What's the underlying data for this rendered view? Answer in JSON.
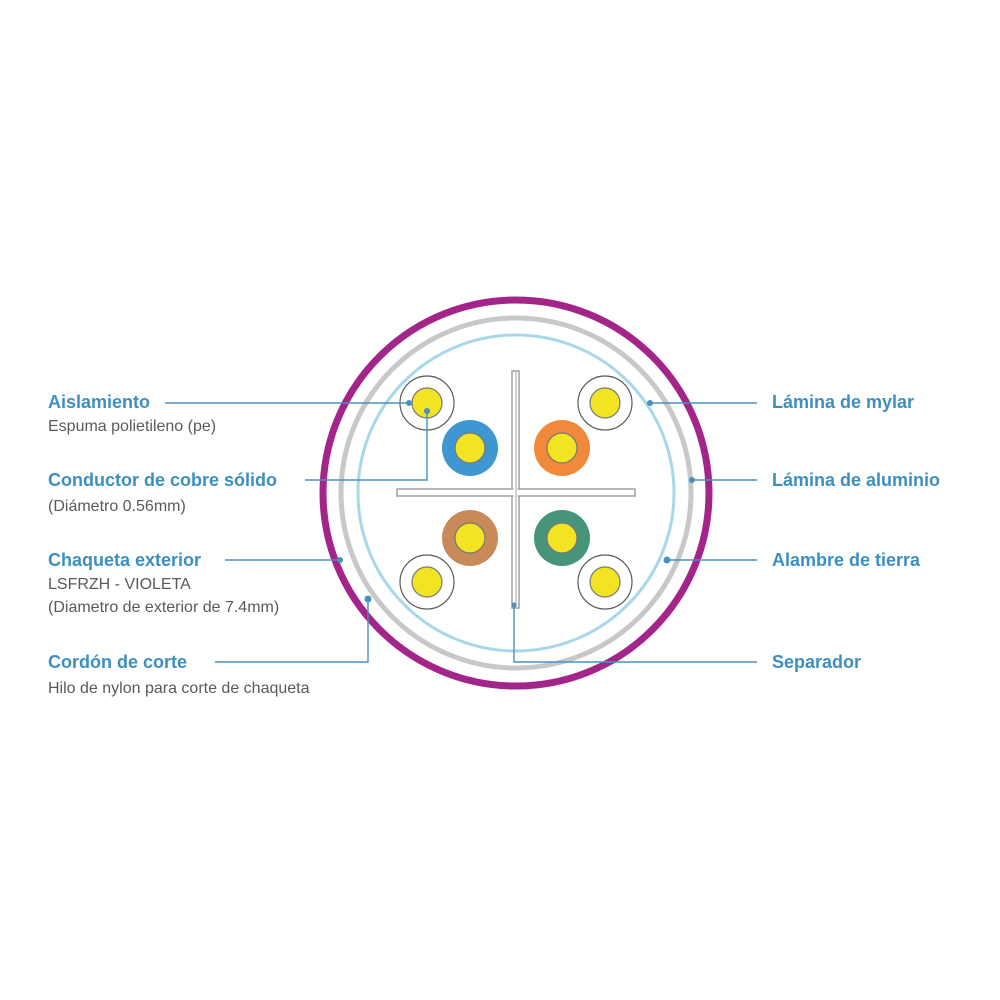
{
  "colors": {
    "title": "#3d8fc0",
    "subtitle": "#5a5a5a",
    "leader": "#4a90c0",
    "jacket": "#a3258a",
    "inner_ring": "#c8c8c8",
    "mylar": "#a7d8ea",
    "separator": "#a0a0a0",
    "conductor": "#f2e423",
    "insulation_white": "#ffffff",
    "insulation_blue": "#3f97d1",
    "insulation_orange": "#f0893a",
    "insulation_brown": "#c98a5a",
    "insulation_green": "#47947a"
  },
  "left_labels": {
    "aislamiento": {
      "title": "Aislamiento",
      "sub": "Espuma polietileno (pe)"
    },
    "conductor": {
      "title": "Conductor de cobre sólido",
      "sub": "(Diámetro 0.56mm)"
    },
    "chaqueta": {
      "title": "Chaqueta exterior",
      "sub1": "LSFRZH - VIOLETA",
      "sub2": "(Diametro de exterior de 7.4mm)"
    },
    "cordon": {
      "title": "Cordón de corte",
      "sub": "Hilo de nylon para corte de chaqueta"
    }
  },
  "right_labels": {
    "mylar": "Lámina de mylar",
    "aluminio": "Lámina de aluminio",
    "tierra": "Alambre de tierra",
    "separador": "Separador"
  }
}
